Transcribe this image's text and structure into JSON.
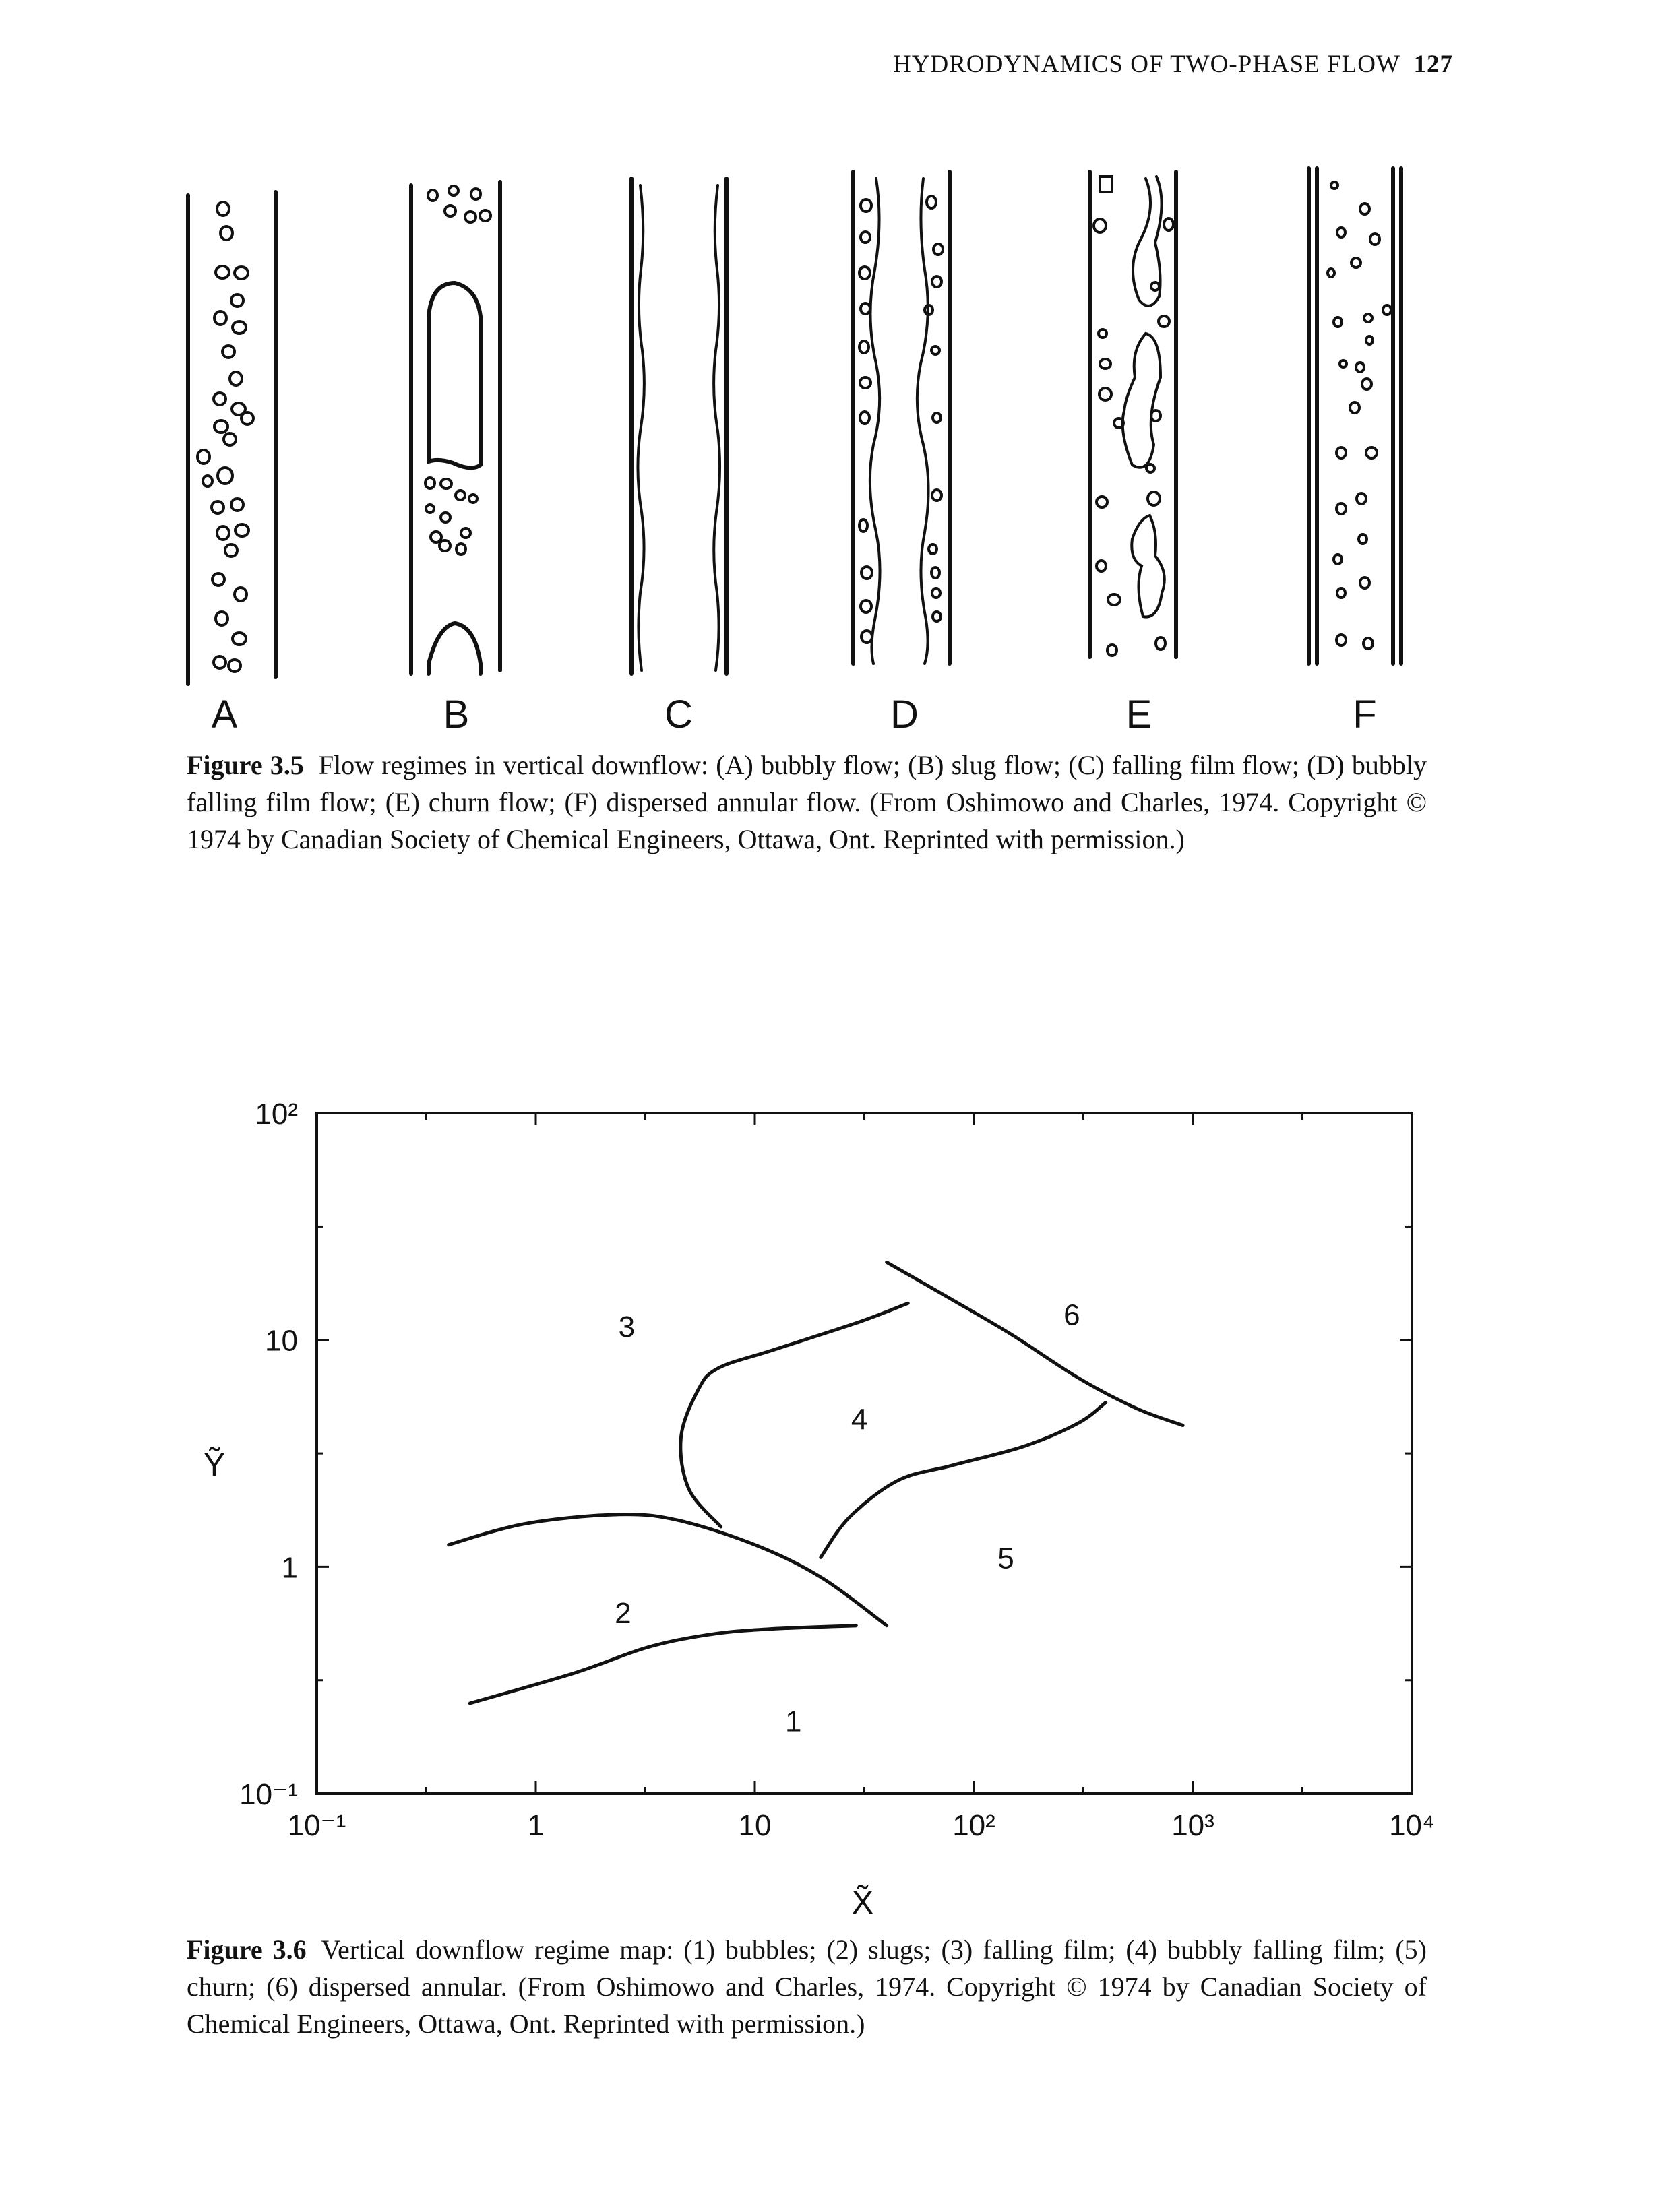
{
  "page": {
    "running_head": "HYDRODYNAMICS OF TWO-PHASE FLOW",
    "page_number": "127"
  },
  "figure_35": {
    "panel_labels": [
      "A",
      "B",
      "C",
      "D",
      "E",
      "F"
    ],
    "caption_label": "Figure 3.5",
    "caption_text": "Flow regimes in vertical downflow: (A) bubbly flow; (B) slug flow; (C) falling film flow; (D) bubbly falling film flow; (E) churn flow; (F) dispersed annular flow. (From Oshimowo and Charles, 1974. Copyright © 1974 by Canadian Society of Chemical Engineers, Ottawa, Ont. Reprinted with permission.)"
  },
  "figure_36": {
    "caption_label": "Figure 3.6",
    "caption_text": "Vertical downflow regime map: (1) bubbles; (2) slugs; (3) falling film; (4) bubbly falling film; (5) churn; (6) dispersed annular. (From Oshimowo and Charles, 1974. Copyright © 1974 by Canadian Society of Chemical Engineers, Ottawa, Ont. Reprinted with permission.)"
  },
  "chart_data": {
    "type": "line",
    "title": "",
    "xlabel": "X̃",
    "ylabel": "Ỹ",
    "x_scale": "log",
    "y_scale": "log",
    "xlim": [
      0.1,
      10000
    ],
    "ylim": [
      0.1,
      100
    ],
    "x_ticks": [
      "10⁻¹",
      "1",
      "10",
      "10²",
      "10³",
      "10⁴"
    ],
    "y_ticks": [
      "10⁻¹",
      "1",
      "10",
      "10²"
    ],
    "grid": false,
    "region_labels": [
      {
        "label": "1",
        "x": 15,
        "y": 0.21
      },
      {
        "label": "2",
        "x": 2.5,
        "y": 0.63
      },
      {
        "label": "3",
        "x": 2.6,
        "y": 11.5
      },
      {
        "label": "4",
        "x": 30,
        "y": 4.5
      },
      {
        "label": "5",
        "x": 140,
        "y": 1.1
      },
      {
        "label": "6",
        "x": 280,
        "y": 13
      }
    ],
    "series": [
      {
        "values": [
          [
            0.5,
            0.25
          ],
          [
            1.5,
            0.34
          ],
          [
            3.2,
            0.44
          ],
          [
            6,
            0.5
          ],
          [
            11,
            0.53
          ],
          [
            29,
            0.55
          ]
        ]
      },
      {
        "values": [
          [
            0.4,
            1.25
          ],
          [
            0.9,
            1.55
          ],
          [
            2.4,
            1.7
          ],
          [
            4.5,
            1.6
          ],
          [
            10,
            1.25
          ],
          [
            20,
            0.9
          ],
          [
            40,
            0.55
          ]
        ]
      },
      {
        "values": [
          [
            7,
            1.5
          ],
          [
            5,
            2.2
          ],
          [
            4.6,
            3.7
          ],
          [
            5.5,
            6
          ],
          [
            6.8,
            7.5
          ],
          [
            12,
            9
          ],
          [
            30,
            12
          ],
          [
            50,
            14.5
          ]
        ]
      },
      {
        "values": [
          [
            20,
            1.1
          ],
          [
            27,
            1.65
          ],
          [
            45,
            2.4
          ],
          [
            80,
            2.8
          ],
          [
            170,
            3.4
          ],
          [
            300,
            4.3
          ],
          [
            400,
            5.3
          ]
        ]
      },
      {
        "values": [
          [
            40,
            22
          ],
          [
            80,
            15
          ],
          [
            150,
            10.5
          ],
          [
            300,
            6.8
          ],
          [
            550,
            5
          ],
          [
            900,
            4.2
          ]
        ]
      }
    ]
  }
}
